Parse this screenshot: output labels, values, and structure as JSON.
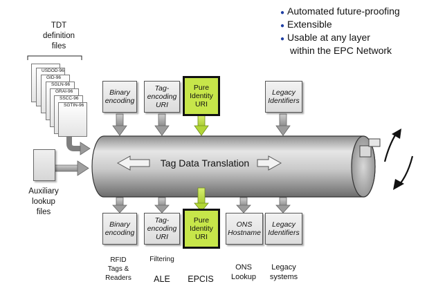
{
  "bullets": [
    "Automated future-proofing",
    "Extensible",
    "Usable at any layer",
    "within the EPC Network"
  ],
  "tdt_files_label": [
    "TDT",
    "definition",
    "files"
  ],
  "files": [
    "USDOD-96",
    "GID-96",
    "SGLN-96",
    "GRAI-96",
    "SSCC-96",
    "SGTIN-96"
  ],
  "aux_label": [
    "Auxiliary",
    "lookup",
    "files"
  ],
  "center_label": "Tag Data Translation",
  "top_boxes": [
    {
      "lines": [
        "Binary",
        "encoding"
      ]
    },
    {
      "lines": [
        "Tag-",
        "encoding",
        "URI"
      ]
    },
    {
      "lines": [
        "Pure",
        "Identity",
        "URI"
      ]
    },
    {
      "lines": [
        "Legacy",
        "Identifiers"
      ]
    }
  ],
  "bottom_boxes": [
    {
      "lines": [
        "Binary",
        "encoding"
      ]
    },
    {
      "lines": [
        "Tag-",
        "encoding",
        "URI"
      ]
    },
    {
      "lines": [
        "Pure",
        "Identity",
        "URI"
      ]
    },
    {
      "lines": [
        "ONS",
        "Hostname"
      ]
    },
    {
      "lines": [
        "Legacy",
        "Identifiers"
      ]
    }
  ],
  "bottom_labels": [
    {
      "lines": [
        "RFID",
        "Tags &",
        "Readers"
      ]
    },
    {
      "lines": [
        "Filtering"
      ]
    },
    {
      "lines": [
        "ALE"
      ]
    },
    {
      "lines": [
        "EPCIS"
      ]
    },
    {
      "lines": [
        "ONS",
        "Lookup"
      ]
    },
    {
      "lines": [
        "Legacy",
        "systems"
      ]
    }
  ],
  "colors": {
    "accent_green": "#c7e64a",
    "bullet_blue": "#1f3fa3"
  }
}
